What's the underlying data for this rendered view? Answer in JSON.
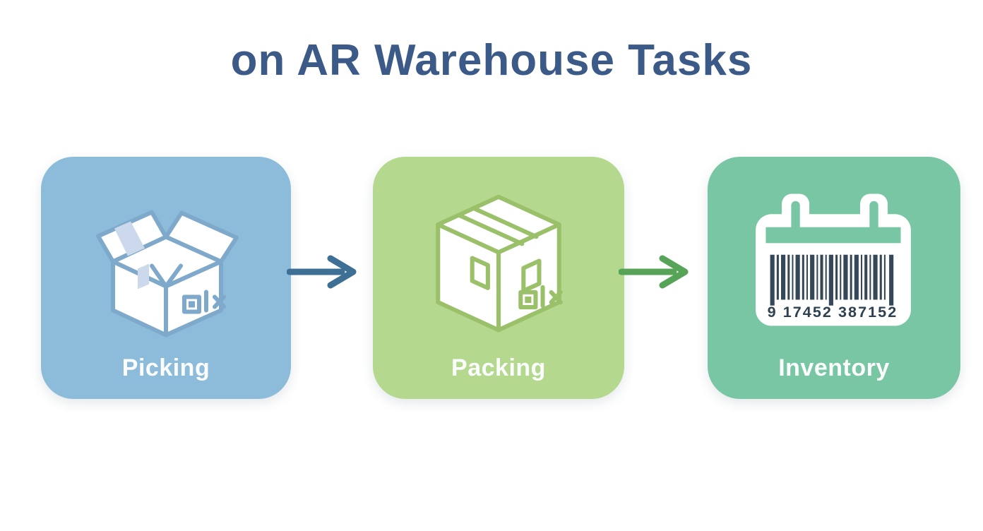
{
  "title": {
    "text": "on AR Warehouse Tasks",
    "color": "#3b5a88"
  },
  "flow": {
    "steps": [
      {
        "label": "Picking",
        "card_color": "#8cbcda",
        "icon": "open-box-icon",
        "icon_accent": "#7fa9cb"
      },
      {
        "label": "Packing",
        "card_color": "#b4d88e",
        "icon": "closed-box-icon",
        "icon_accent": "#9bc06a"
      },
      {
        "label": "Inventory",
        "card_color": "#79c6a4",
        "icon": "barcode-label-icon",
        "icon_accent": "#35485a",
        "barcode_text": "9 17452 387152"
      }
    ],
    "connectors": [
      {
        "from": "Picking",
        "to": "Packing",
        "color": "#3e7095"
      },
      {
        "from": "Packing",
        "to": "Inventory",
        "color": "#57a357"
      }
    ]
  },
  "label_text_color": "#fbfdfd",
  "background_color": "#ffffff"
}
